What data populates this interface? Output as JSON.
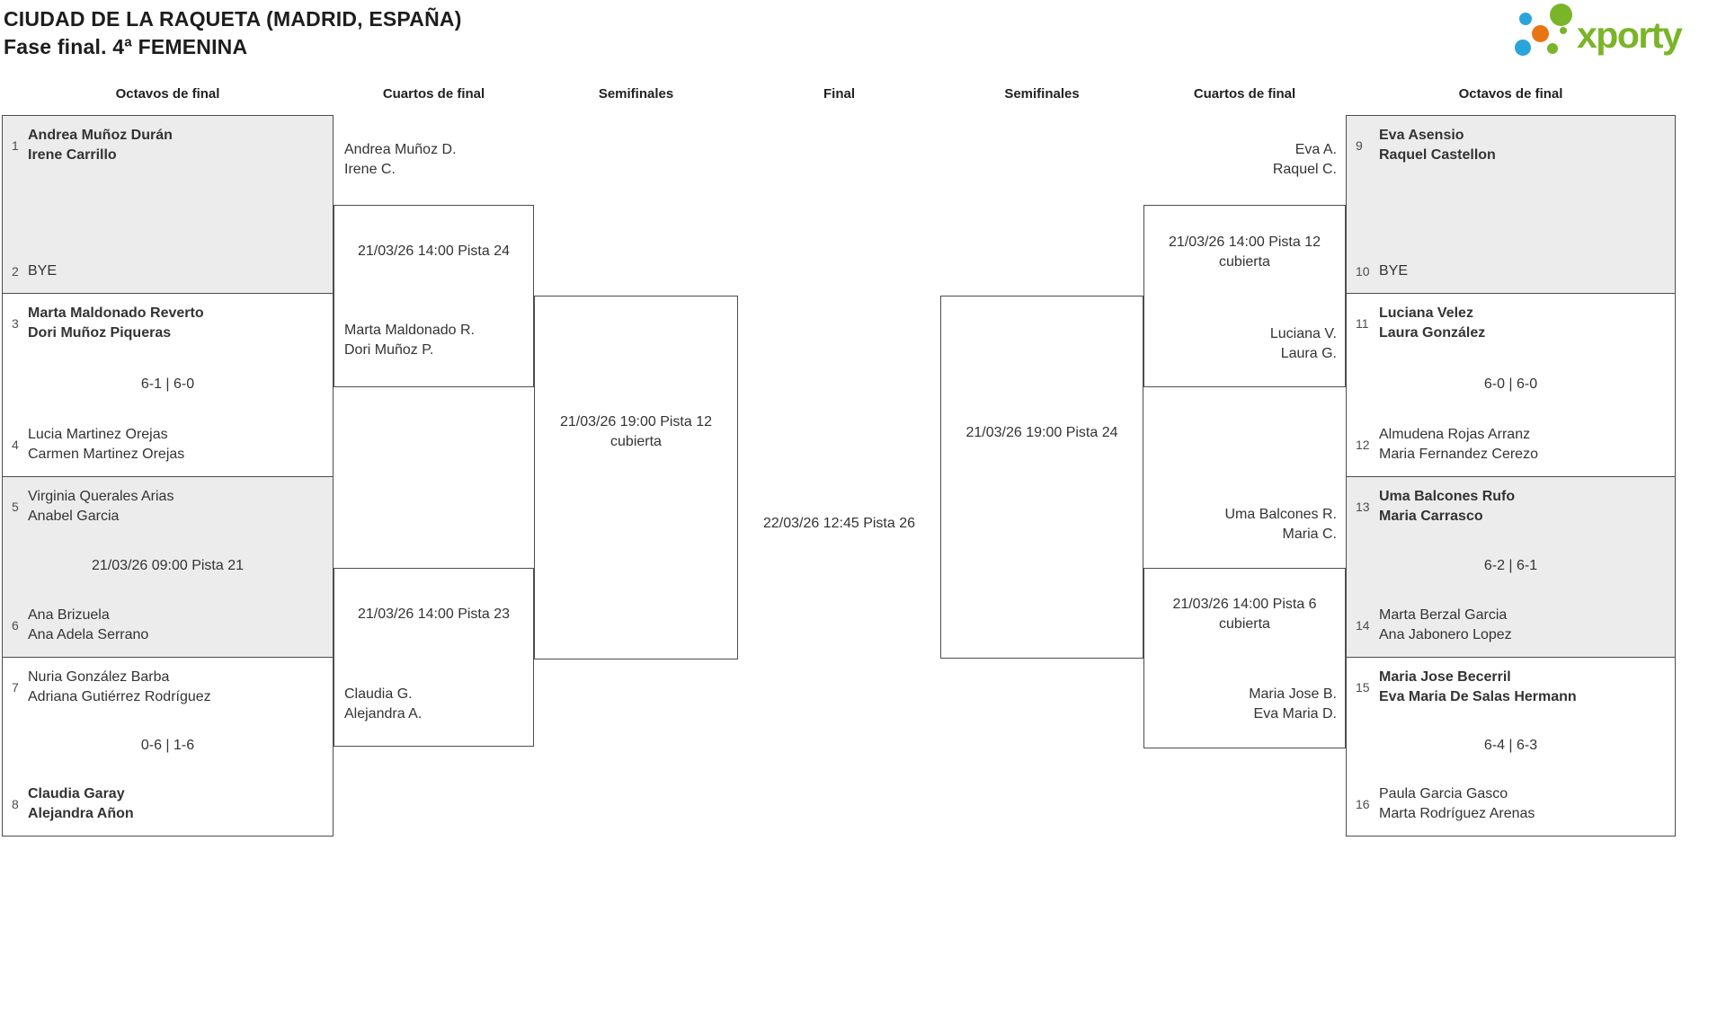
{
  "header": {
    "title_line1": "CIUDAD DE LA RAQUETA (MADRID, ESPAÑA)",
    "title_line2": "Fase final. 4ª FEMENINA",
    "logo_text": "xporty",
    "logo_colors": {
      "green": "#7ab428",
      "blue": "#2aa4dc",
      "orange": "#e87511"
    }
  },
  "columns": [
    "Octavos de final",
    "Cuartos de final",
    "Semifinales",
    "Final",
    "Semifinales",
    "Cuartos de final",
    "Octavos de final"
  ],
  "matches_r16_left": [
    {
      "seed1": "1",
      "team1_line1": "Andrea Muñoz Durán",
      "team1_line2": "Irene Carrillo",
      "team1_bold": true,
      "info": "",
      "seed2": "2",
      "team2_line1": "BYE",
      "team2_bold": false
    },
    {
      "seed1": "3",
      "team1_line1": "Marta Maldonado Reverto",
      "team1_line2": "Dori Muñoz Piqueras",
      "team1_bold": true,
      "info": "6-1 | 6-0",
      "seed2": "4",
      "team2_line1": "Lucia Martinez Orejas",
      "team2_line2": "Carmen Martinez Orejas",
      "team2_bold": false
    },
    {
      "seed1": "5",
      "team1_line1": "Virginia Querales Arias",
      "team1_line2": "Anabel Garcia",
      "team1_bold": false,
      "info": "21/03/26 09:00 Pista 21",
      "seed2": "6",
      "team2_line1": "Ana Brizuela",
      "team2_line2": "Ana Adela Serrano",
      "team2_bold": false
    },
    {
      "seed1": "7",
      "team1_line1": "Nuria González Barba",
      "team1_line2": "Adriana Gutiérrez Rodríguez",
      "team1_bold": false,
      "info": "0-6 | 1-6",
      "seed2": "8",
      "team2_line1": "Claudia Garay",
      "team2_line2": "Alejandra Añon",
      "team2_bold": true
    }
  ],
  "matches_r16_right": [
    {
      "seed1": "9",
      "team1_line1": "Eva Asensio",
      "team1_line2": "Raquel Castellon",
      "team1_bold": true,
      "info": "",
      "seed2": "10",
      "team2_line1": "BYE",
      "team2_bold": false
    },
    {
      "seed1": "11",
      "team1_line1": "Luciana Velez",
      "team1_line2": "Laura González",
      "team1_bold": true,
      "info": "6-0 | 6-0",
      "seed2": "12",
      "team2_line1": "Almudena Rojas Arranz",
      "team2_line2": "Maria Fernandez Cerezo",
      "team2_bold": false
    },
    {
      "seed1": "13",
      "team1_line1": "Uma Balcones Rufo",
      "team1_line2": "Maria Carrasco",
      "team1_bold": true,
      "info": "6-2 | 6-1",
      "seed2": "14",
      "team2_line1": "Marta Berzal Garcia",
      "team2_line2": "Ana Jabonero Lopez",
      "team2_bold": false
    },
    {
      "seed1": "15",
      "team1_line1": "Maria Jose Becerril",
      "team1_line2": "Eva Maria De Salas Hermann",
      "team1_bold": true,
      "info": "6-4 | 6-3",
      "seed2": "16",
      "team2_line1": "Paula Garcia Gasco",
      "team2_line2": "Marta Rodríguez Arenas",
      "team2_bold": false
    }
  ],
  "quarterfinals": {
    "qf1": {
      "team_top_line1": "Andrea Muñoz D.",
      "team_top_line2": "Irene C.",
      "info_line1": "21/03/26 14:00 Pista 24",
      "info_line2": "",
      "team_bottom_line1": "Marta Maldonado R.",
      "team_bottom_line2": "Dori Muñoz P."
    },
    "qf2": {
      "info_line1": "21/03/26 14:00 Pista 23",
      "info_line2": "",
      "team_bottom_line1": "Claudia G.",
      "team_bottom_line2": "Alejandra A."
    },
    "qf3": {
      "team_top_line1": "Eva A.",
      "team_top_line2": "Raquel C.",
      "info_line1": "21/03/26 14:00 Pista 12",
      "info_line2": "cubierta",
      "team_bottom_line1": "Luciana V.",
      "team_bottom_line2": "Laura G."
    },
    "qf4": {
      "team_top_line1": "Uma Balcones R.",
      "team_top_line2": "Maria C.",
      "info_line1": "21/03/26 14:00 Pista 6",
      "info_line2": "cubierta",
      "team_bottom_line1": "Maria Jose B.",
      "team_bottom_line2": "Eva Maria D."
    }
  },
  "semifinals": {
    "sf_left": {
      "info_line1": "21/03/26 19:00 Pista 12",
      "info_line2": "cubierta"
    },
    "sf_right": {
      "info_line1": "21/03/26 19:00 Pista 24",
      "info_line2": ""
    }
  },
  "final": {
    "info": "22/03/26 12:45 Pista 26"
  }
}
